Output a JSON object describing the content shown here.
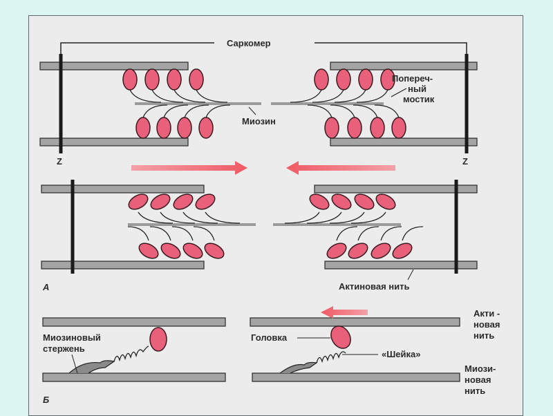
{
  "diagram": {
    "panel_a": {
      "letter": "А",
      "sarcomere": "Саркомер",
      "cross_bridge": [
        "Попереч-",
        "ный",
        "мостик"
      ],
      "myosin": "Миозин",
      "z_left": "Z",
      "z_right": "Z",
      "actin_filament": "Актиновая нить"
    },
    "panel_b": {
      "letter": "Б",
      "myosin_rod": [
        "Миозиновый",
        "стержень"
      ],
      "head": "Головка",
      "neck": "«Шейка»",
      "actin_filament": [
        "Акти -",
        "новая",
        "нить"
      ],
      "myosin_filament": [
        "Миози-",
        "новая",
        "нить"
      ]
    },
    "colors": {
      "head": "#e8607a",
      "arrow": "#f05a64",
      "background": "#ddf5f2"
    }
  }
}
